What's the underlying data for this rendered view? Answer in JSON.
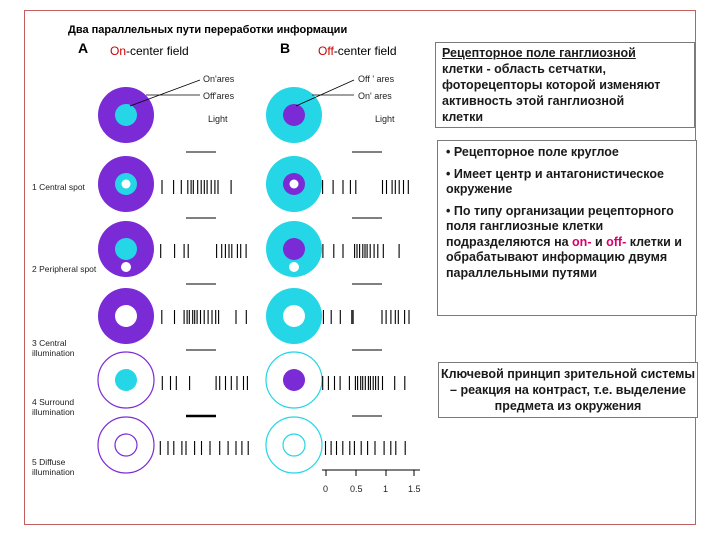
{
  "title": "Два параллельных пути переработки информации",
  "panel_a": {
    "letter": "A",
    "field_label_colored": "On",
    "field_label_rest": "-center field"
  },
  "panel_b": {
    "letter": "B",
    "field_label_colored": "Off",
    "field_label_rest": "-center field"
  },
  "legend_a": {
    "center": "On'ares",
    "surround": "Off'ares",
    "light": "Light"
  },
  "legend_b": {
    "center": "Off ' ares",
    "surround": "On' ares",
    "light": "Light"
  },
  "rows": [
    {
      "label": "1 Central spot"
    },
    {
      "label": "2 Peripheral spot"
    },
    {
      "label": "3 Central illumination"
    },
    {
      "label": "4 Surround illumination"
    },
    {
      "label": "5 Diffuse illumination"
    }
  ],
  "time_axis": {
    "ticks": [
      "0",
      "0.5",
      "1",
      "1.5"
    ]
  },
  "colors": {
    "violet": "#7a2bd6",
    "cyan": "#25d6e6",
    "white": "#ffffff",
    "frame": "#c06060"
  },
  "box1": {
    "underlined": "Рецепторное поле ",
    "lines": [
      "ганглиозной",
      "клетки - область сетчатки,",
      "фоторецепторы которой изменяют",
      "активность этой ганглиозной",
      "клетки"
    ]
  },
  "box2": {
    "bullet1": "• Рецепторное поле круглое",
    "bullet2": "• Имеет центр и антагонистическое окружение",
    "bullet3_a": "• По типу организации рецепторного поля ганглиозные клетки подразделяются на ",
    "bullet3_on": "on-",
    "bullet3_b": " и ",
    "bullet3_off": "off-",
    "bullet3_c": " клетки и обрабатывают информацию двумя параллельными путями"
  },
  "box3": {
    "text": "Ключевой принцип зрительной системы – реакция на контраст, т.е. выделение предмета из окружения"
  }
}
